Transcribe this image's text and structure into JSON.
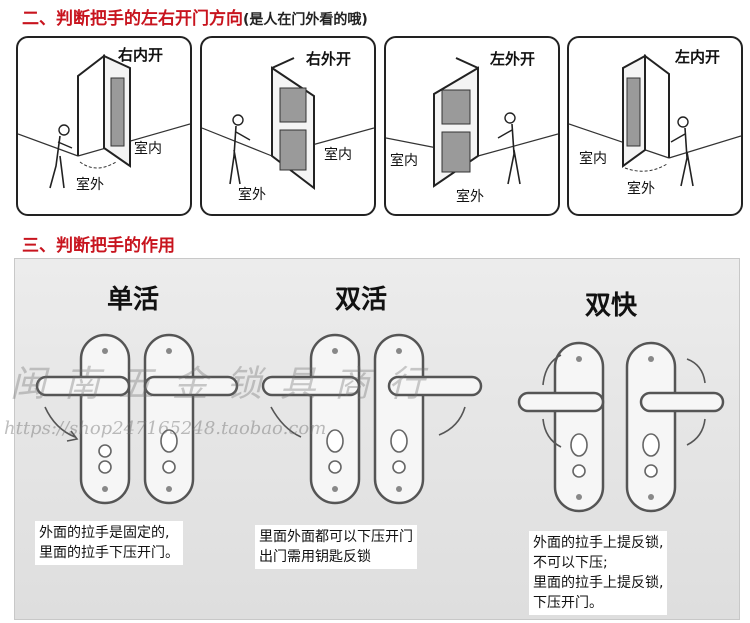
{
  "section2": {
    "title": "二、判断把手的左右开门方向",
    "note": "(是人在门外看的哦)"
  },
  "panels": [
    {
      "label": "右内开",
      "indoor": "室内",
      "outdoor": "室外"
    },
    {
      "label": "右外开",
      "indoor": "室内",
      "outdoor": "室外"
    },
    {
      "label": "左外开",
      "indoor": "室内",
      "outdoor": "室外"
    },
    {
      "label": "左内开",
      "indoor": "室内",
      "outdoor": "室外"
    }
  ],
  "section3": {
    "title": "三、判断把手的作用"
  },
  "modes": [
    {
      "title": "单活",
      "desc": [
        "外面的拉手是固定的,",
        "里面的拉手下压开门。"
      ]
    },
    {
      "title": "双活",
      "desc": [
        "里面外面都可以下压开门",
        "出门需用钥匙反锁"
      ]
    },
    {
      "title": "双快",
      "desc": [
        "外面的拉手上提反锁,",
        "不可以下压;",
        "里面的拉手上提反锁,",
        "下压开门。"
      ]
    }
  ],
  "watermark": {
    "shop": "闽南五金锁具商行",
    "url": "https://shop247165248.taobao.com"
  }
}
